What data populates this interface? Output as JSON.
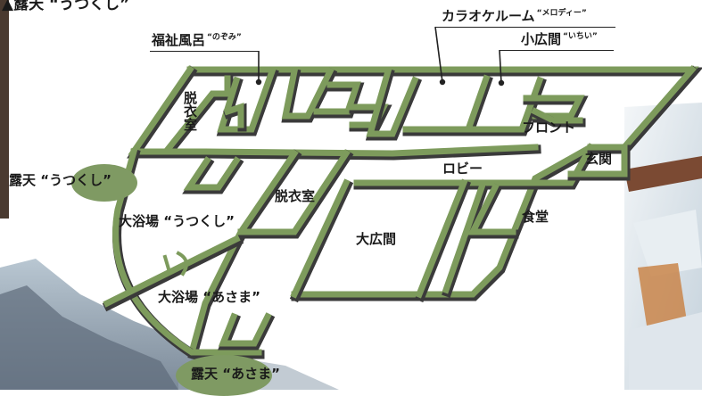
{
  "title": {
    "marker": "▲",
    "text": "露天 “うつくし”"
  },
  "callouts": {
    "karaoke": {
      "main": "カラオケルーム",
      "sub": "“メロディー”"
    },
    "small_hall": {
      "main": "小広間",
      "sub": "“いちい”"
    },
    "family_bath": {
      "main": "福祉風呂",
      "sub": "“のぞみ”"
    }
  },
  "rooms": {
    "dressing_top": "脱衣室",
    "dressing_mid": "脱衣室",
    "front": "フロント",
    "entrance": "玄関",
    "lobby": "ロビー",
    "dining": "食堂",
    "main_hall": "大広間",
    "bath_utsukushi": "大浴場 “うつくし”",
    "bath_asama": "大浴場 “あさま”"
  },
  "outdoor": {
    "utsukushi": "露天 “うつくし”",
    "asama": "露天 “あさま”"
  },
  "colors": {
    "wall": "#7d9b5c",
    "wall_dark": "#6a8549",
    "shadow": "#3a3a3a",
    "oval": "#7f9a63"
  }
}
